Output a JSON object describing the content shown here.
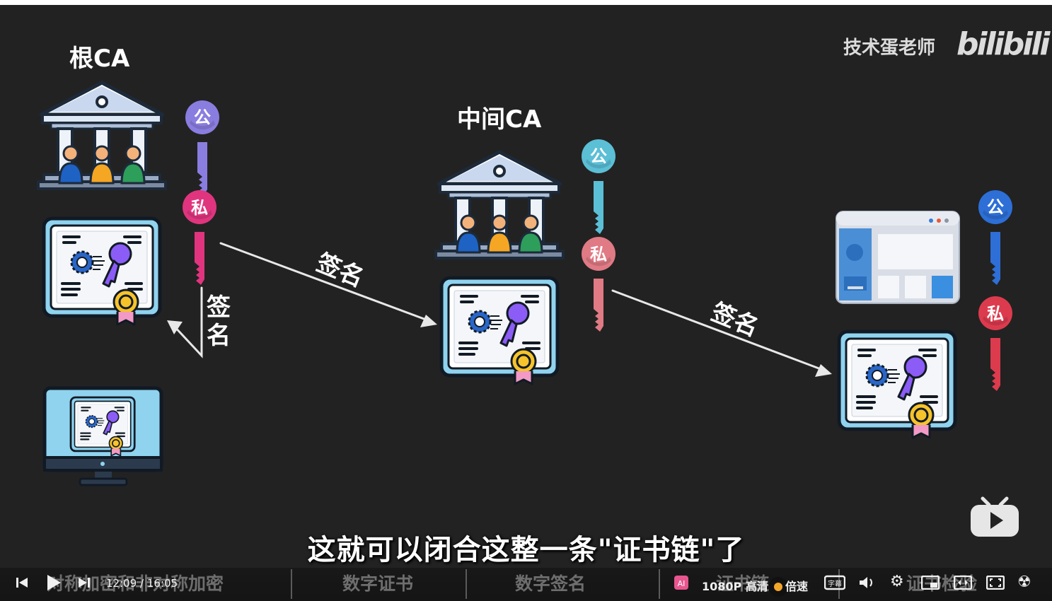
{
  "labels": {
    "root_ca": "根CA",
    "intermediate_ca": "中间CA",
    "sign_a": "签名",
    "sign_b": "签名",
    "sign_self_1": "签",
    "sign_self_2": "名",
    "public_key": "公",
    "private_key": "私"
  },
  "watermark": {
    "author": "技术蛋老师",
    "brand": "bilibili"
  },
  "subtitle": "这就可以闭合这整一条\"证书链\"了",
  "player": {
    "time": "12:09 / 16:05",
    "quality": "1080P 高清",
    "speed": "倍速",
    "subtitle_toggle": "字幕",
    "chapters": [
      "对称加密和非对称加密",
      "数字证书",
      "数字签名",
      "证书链",
      "证书检验"
    ]
  },
  "colors": {
    "background": "#222222",
    "pub_purple": "#8a7de0",
    "pub_cyan": "#5bbfd6",
    "pub_blue": "#2d6fd6",
    "priv_pink": "#e0357e",
    "priv_salmon": "#e07a84",
    "priv_red": "#dc3b4e",
    "accent": "#e8568f"
  }
}
